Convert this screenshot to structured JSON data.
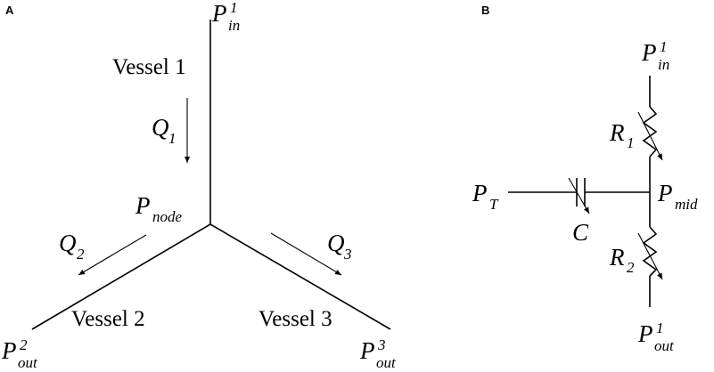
{
  "panels": {
    "a": "A",
    "b": "B"
  },
  "vessels": {
    "v1": "Vessel 1",
    "v2": "Vessel 2",
    "v3": "Vessel 3"
  },
  "symbols": {
    "P": "P",
    "Q": "Q",
    "R": "R",
    "C": "C",
    "in": "in",
    "out": "out",
    "node": "node",
    "mid": "mid",
    "T": "T",
    "one": "1",
    "two": "2",
    "three": "3"
  }
}
